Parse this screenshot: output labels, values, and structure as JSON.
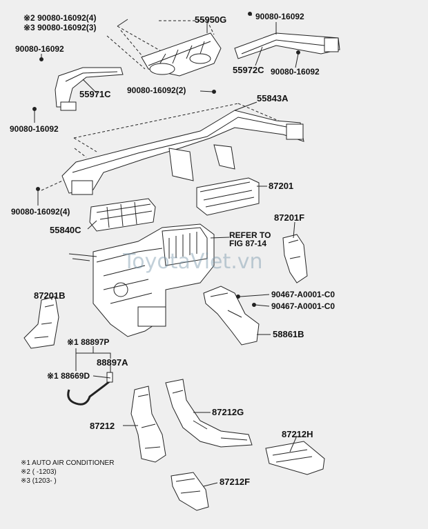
{
  "labels": {
    "l1": "※2 90080-16092(4)",
    "l2": "※3 90080-16092(3)",
    "l3": "55950G",
    "l4": "90080-16092",
    "l5": "90080-16092",
    "l6": "55971C",
    "l7": "55972C",
    "l8": "90080-16092",
    "l9": "90080-16092(2)",
    "l10": "55843A",
    "l11": "90080-16092",
    "l12": "90080-16092(4)",
    "l13": "87201",
    "l14": "55840C",
    "l15": "REFER TO",
    "l16": "FIG 87-14",
    "l17": "87201F",
    "l18": "87201B",
    "l19": "90467-A0001-C0",
    "l20": "90467-A0001-C0",
    "l21": "58861B",
    "l22": "※1 88897P",
    "l23": "88897A",
    "l24": "※1 88669D",
    "l25": "87212",
    "l26": "87212G",
    "l27": "87212H",
    "l28": "87212F"
  },
  "notes": {
    "n1": "※1 AUTO AIR CONDITIONER",
    "n2": "※2 (      -1203)",
    "n3": "※3 (1203-      )"
  },
  "watermark": "ToyotaViet.vn",
  "colors": {
    "background": "#efefef",
    "line": "#222222",
    "watermark": "#7896aa"
  }
}
